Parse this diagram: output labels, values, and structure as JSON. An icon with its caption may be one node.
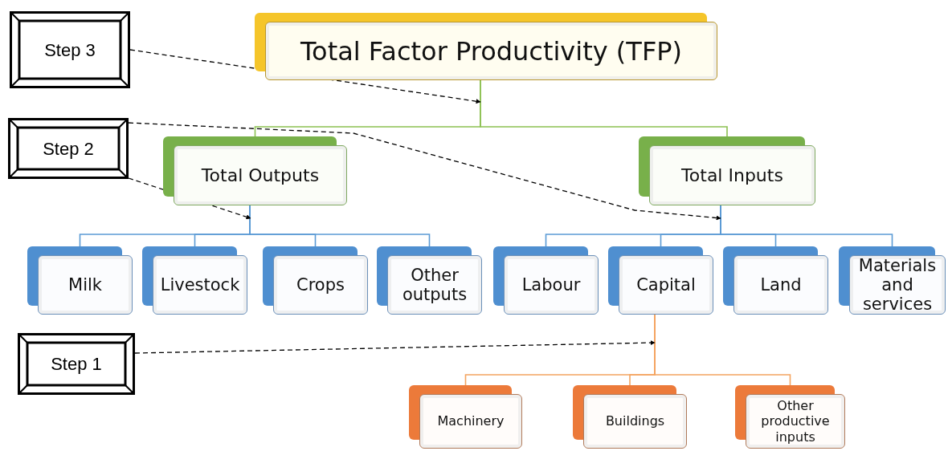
{
  "diagram": {
    "nodes": [
      {
        "text": [
          "Total Factor Productivity (TFP)"
        ]
      },
      {
        "text": [
          "Total Outputs"
        ]
      },
      {
        "text": [
          "Total Inputs"
        ]
      },
      {
        "text": [
          "Milk"
        ]
      },
      {
        "text": [
          "Livestock"
        ]
      },
      {
        "text": [
          "Crops"
        ]
      },
      {
        "text": [
          "Other outputs"
        ]
      },
      {
        "text": [
          "Labour"
        ]
      },
      {
        "text": [
          "Capital"
        ]
      },
      {
        "text": [
          "Land"
        ]
      },
      {
        "text": [
          "Materials and services"
        ]
      },
      {
        "text": [
          "Machinery"
        ]
      },
      {
        "text": [
          "Buildings"
        ]
      },
      {
        "text": [
          "Other productive inputs"
        ]
      },
      {
        "text": [
          "Step 3"
        ]
      },
      {
        "text": [
          "Step 2"
        ]
      },
      {
        "text": [
          "Step 1"
        ]
      }
    ],
    "edges": [
      {
        "from": 0,
        "to": 1,
        "arrow": "none",
        "color": "#8cc152"
      },
      {
        "from": 0,
        "to": 2,
        "arrow": "none",
        "color": "#8cc152"
      },
      {
        "from": 1,
        "to": 3,
        "arrow": "none"
      },
      {
        "from": 1,
        "to": 4,
        "arrow": "none"
      },
      {
        "from": 1,
        "to": 5,
        "arrow": "none"
      },
      {
        "from": 1,
        "to": 6,
        "arrow": "none"
      },
      {
        "from": 2,
        "to": 7,
        "arrow": "none"
      },
      {
        "from": 2,
        "to": 8,
        "arrow": "none"
      },
      {
        "from": 2,
        "to": 9,
        "arrow": "none"
      },
      {
        "from": 2,
        "to": 10,
        "arrow": "none"
      },
      {
        "from": 8,
        "to": 11,
        "arrow": "none",
        "color": "#f4a460"
      },
      {
        "from": 8,
        "to": 12,
        "arrow": "none",
        "color": "#f4a460"
      },
      {
        "from": 8,
        "to": 13,
        "arrow": "none",
        "color": "#f4a460"
      },
      {
        "from": 14,
        "to": 0,
        "arrow": "to",
        "style": "dashed",
        "color": "#000000"
      },
      {
        "from": 15,
        "to": 2,
        "arrow": "to",
        "style": "dashed",
        "color": "#000000"
      },
      {
        "from": 15,
        "to": 1,
        "arrow": "to",
        "style": "dashed",
        "color": "#000000"
      },
      {
        "from": 16,
        "to": null,
        "arrow": "to",
        "style": "dashed",
        "color": "#000000"
      }
    ]
  }
}
